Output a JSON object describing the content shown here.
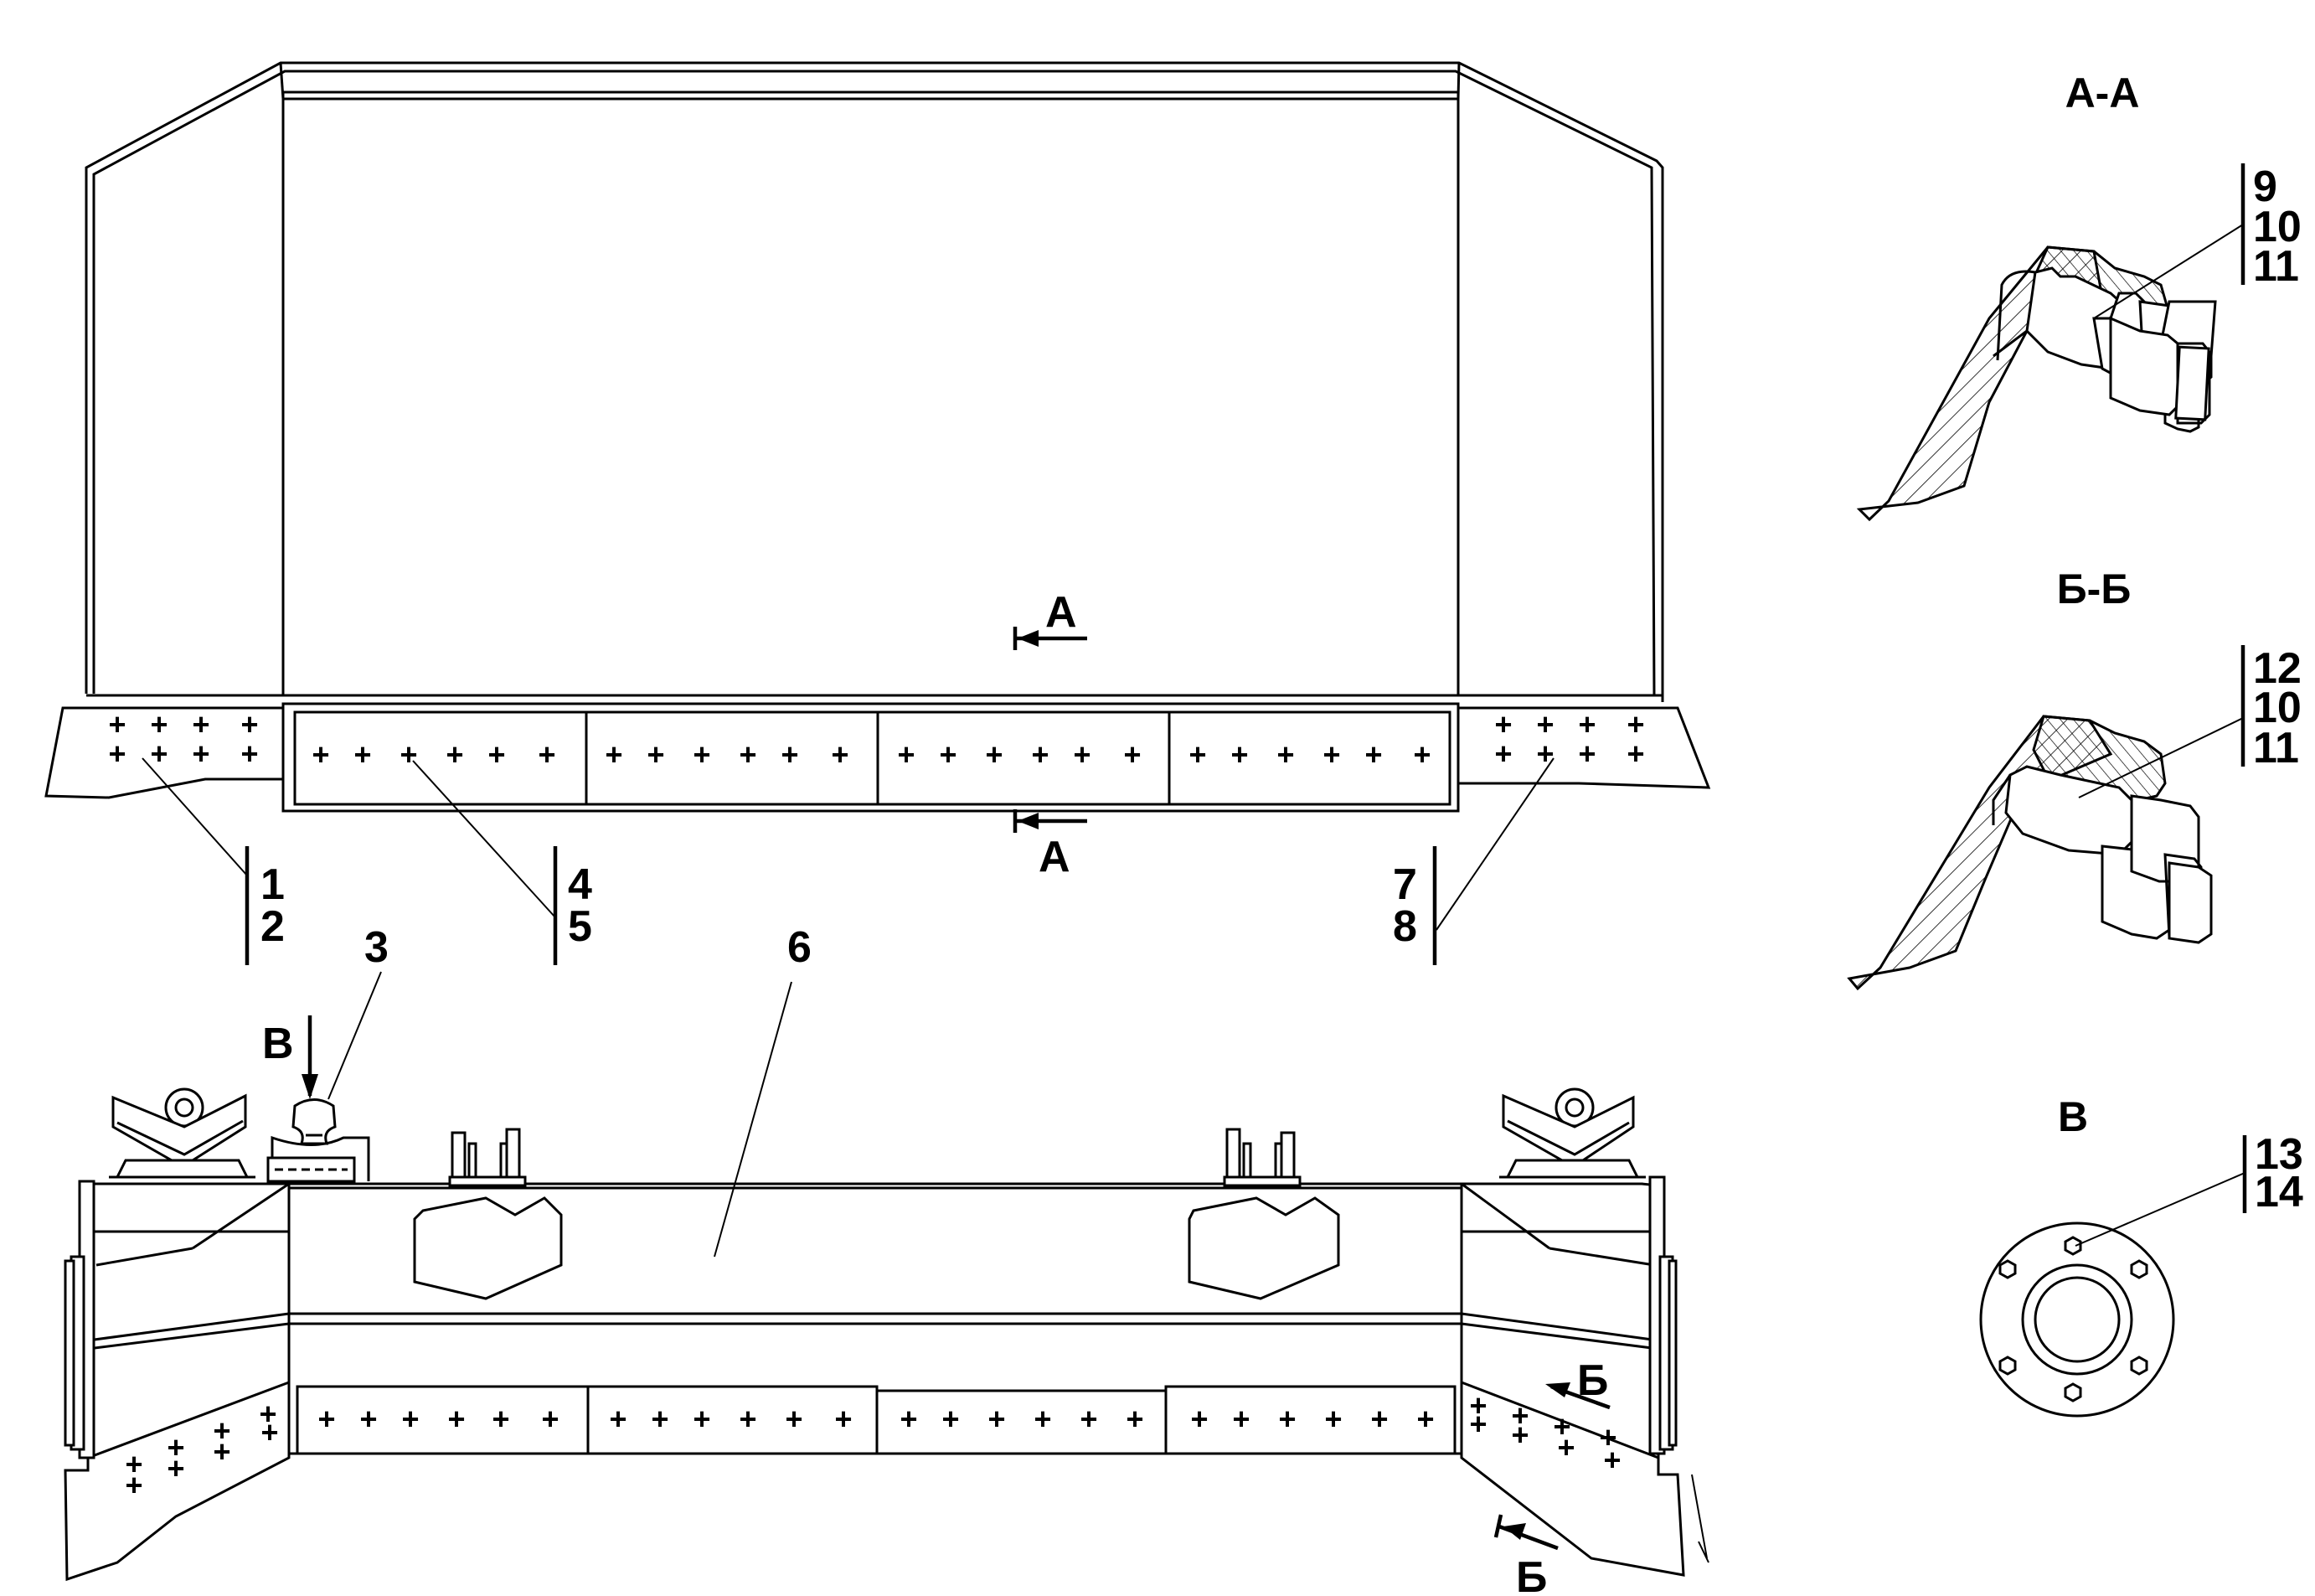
{
  "colors": {
    "line": "#000000",
    "background": "#ffffff"
  },
  "sections": {
    "aa": "А-А",
    "bb": "Б-Б",
    "v": "В"
  },
  "markers": {
    "a_top": "А",
    "a_bottom": "А",
    "b_upper": "Б",
    "b_lower": "Б",
    "v_view": "В"
  },
  "callouts": {
    "c1": "1",
    "c2": "2",
    "c3": "3",
    "c4": "4",
    "c5": "5",
    "c6": "6",
    "c7": "7",
    "c8": "8",
    "c9": "9",
    "c10a": "10",
    "c11a": "11",
    "c12": "12",
    "c10b": "10",
    "c11b": "11",
    "c13": "13",
    "c14": "14"
  },
  "plus_mark": "+"
}
